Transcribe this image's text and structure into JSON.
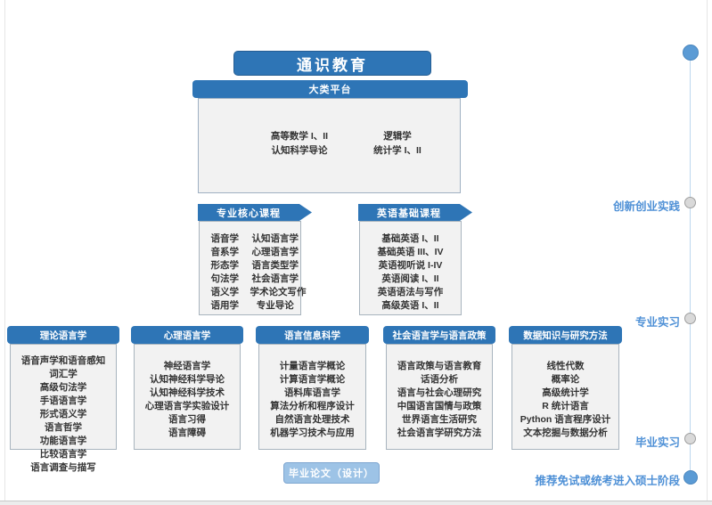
{
  "banner": {
    "title": "通识教育"
  },
  "platform": {
    "title": "大类平台",
    "col1": [
      "高等数学 I、II",
      "认知科学导论"
    ],
    "col2": [
      "逻辑学",
      "统计学 I、II"
    ]
  },
  "core": {
    "title": "专业核心课程",
    "col1": [
      "语音学",
      "音系学",
      "形态学",
      "句法学",
      "语义学",
      "语用学"
    ],
    "col2": [
      "认知语言学",
      "心理语言学",
      "语言类型学",
      "社会语言学",
      "学术论文写作",
      "专业导论"
    ]
  },
  "english": {
    "title": "英语基础课程",
    "items": [
      "基础英语 I、II",
      "基础英语 III、IV",
      "英语视听说 I-IV",
      "英语阅读 I、II",
      "英语语法与写作",
      "高级英语 I、II"
    ]
  },
  "modules": [
    {
      "title": "理论语言学",
      "items": [
        "语音声学和语音感知",
        "词汇学",
        "高级句法学",
        "手语语言学",
        "形式语义学",
        "语言哲学",
        "功能语言学",
        "比较语言学",
        "语言调查与描写"
      ]
    },
    {
      "title": "心理语言学",
      "items": [
        "神经语言学",
        "认知神经科学导论",
        "认知神经科学技术",
        "心理语言学实验设计",
        "语言习得",
        "语言障碍"
      ]
    },
    {
      "title": "语言信息科学",
      "items": [
        "计量语言学概论",
        "计算语言学概论",
        "语料库语言学",
        "算法分析和程序设计",
        "自然语言处理技术",
        "机器学习技术与应用"
      ]
    },
    {
      "title": "社会语言学与语言政策",
      "items": [
        "语言政策与语言教育",
        "话语分析",
        "语言与社会心理研究",
        "中国语言国情与政策",
        "世界语言生活研究",
        "社会语言学研究方法"
      ]
    },
    {
      "title": "数据知识与研究方法",
      "items": [
        "线性代数",
        "概率论",
        "高级统计学",
        "R 统计语言",
        "Python 语言程序设计",
        "文本挖掘与数据分析"
      ]
    }
  ],
  "thesis": {
    "label": "毕业论文（设计）"
  },
  "timeline": {
    "milestones": [
      {
        "label": "创新创业实践",
        "marker": "gray"
      },
      {
        "label": "专业实习",
        "marker": "gray"
      },
      {
        "label": "毕业实习",
        "marker": "gray"
      },
      {
        "label": "推荐免试或统考进入硕士阶段",
        "marker": "blue"
      }
    ]
  },
  "colors": {
    "header_blue": "#2E75B6",
    "light_blue": "#9DC3E6",
    "timeline_label_blue": "#4E90D6",
    "timeline_line_blue": "#BDD7EE",
    "dot_blue": "#5B9BD5",
    "dot_gray": "#D9D9D9",
    "body_gray": "#F2F2F2"
  }
}
